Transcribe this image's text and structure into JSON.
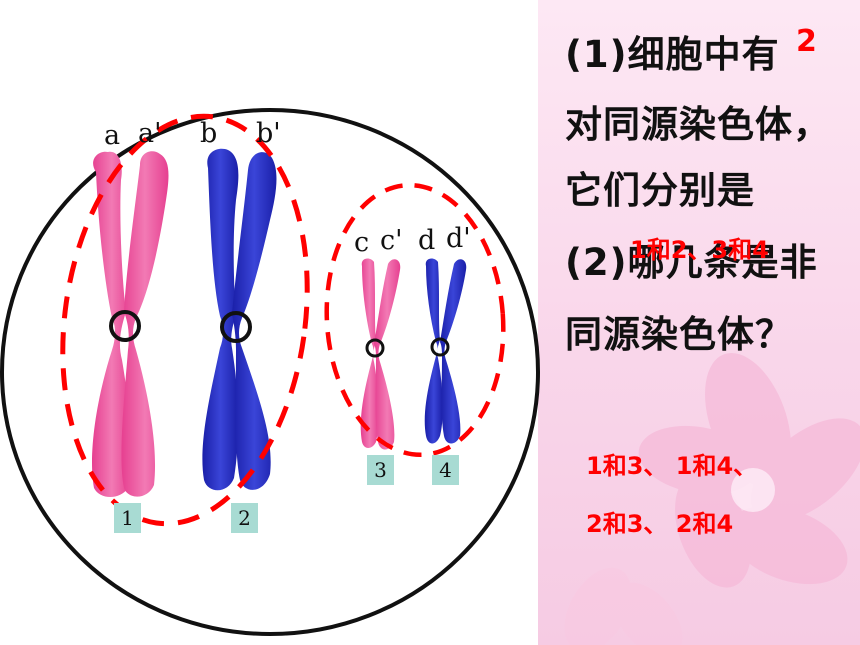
{
  "slide": {
    "colors": {
      "pink_chromosome": "#e8408f",
      "blue_chromosome": "#1e23b4",
      "dashed_outline": "#ff0000",
      "answer_text": "#ff0000",
      "panel_bg": "#fbdcee",
      "label_bg": "#a8dbd3"
    },
    "chromosome_labels": {
      "a": "a",
      "a_prime": "a'",
      "b": "b",
      "b_prime": "b'",
      "c": "c",
      "c_prime": "c'",
      "d": "d",
      "d_prime": "d'"
    },
    "numbers": [
      "1",
      "2",
      "3",
      "4"
    ],
    "question1": {
      "line1": "(1)细胞中有",
      "answer": "2",
      "line2": "对同源染色体，",
      "line3": "它们分别是"
    },
    "question2": {
      "line1": "(2)哪几条是非",
      "line2": "同源染色体？",
      "overlay_answer": "1和2、3和4"
    },
    "answer_block": {
      "line1": "1和3、 1和4、",
      "line2": "2和3、 2和4"
    }
  }
}
